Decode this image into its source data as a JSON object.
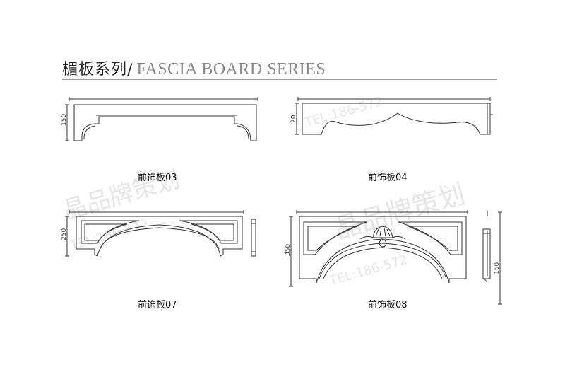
{
  "header": {
    "title_cn": "楣板系列",
    "separator": "/",
    "title_en": "FASCIA BOARD SERIES"
  },
  "watermark": {
    "brand": "晶品牌策划",
    "phone": "TEL:186-572"
  },
  "drawings": [
    {
      "caption": "前饰板03",
      "dim_height": "150"
    },
    {
      "caption": "前饰板04",
      "dim_height": "20"
    },
    {
      "caption": "前饰板07",
      "dim_height": "250"
    },
    {
      "caption": "前饰板08",
      "dim_height": "350",
      "dim_side": "150"
    }
  ],
  "colors": {
    "line": "#333333",
    "rule": "#9a9a9a",
    "title_en": "#8a8a8a",
    "watermark": "#e6e6e6"
  }
}
